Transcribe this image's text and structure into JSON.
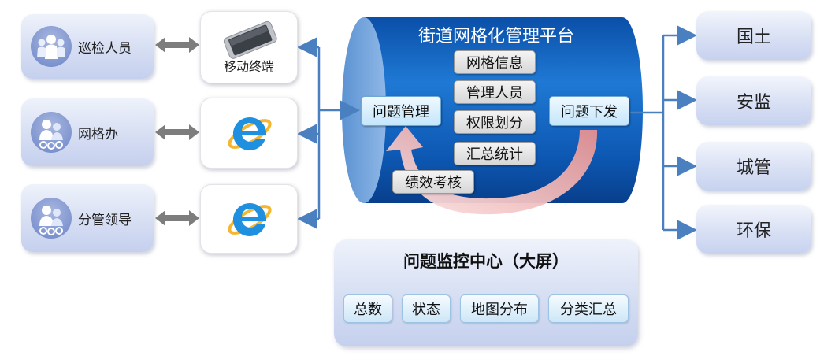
{
  "roles": [
    {
      "label": "巡检人员"
    },
    {
      "label": "网格办"
    },
    {
      "label": "分管领导"
    }
  ],
  "devices": [
    {
      "caption": "移动终端",
      "icon": "smartphone-icon"
    },
    {
      "caption": "",
      "icon": "ie-browser-icon"
    },
    {
      "caption": "",
      "icon": "ie-browser-icon"
    }
  ],
  "platform": {
    "title": "街道网格化管理平台",
    "left_module": "问题管理",
    "right_module": "问题下发",
    "modules": [
      "网格信息",
      "管理人员",
      "权限划分",
      "汇总统计"
    ],
    "feedback_module": "绩效考核"
  },
  "destinations": [
    {
      "label": "国土"
    },
    {
      "label": "安监"
    },
    {
      "label": "城管"
    },
    {
      "label": "环保"
    }
  ],
  "monitor": {
    "title": "问题监控中心（大屏）",
    "items": [
      "总数",
      "状态",
      "地图分布",
      "分类汇总"
    ]
  },
  "colors": {
    "cylinder_dark": "#0a4fa8",
    "cylinder_light": "#1f79d4",
    "connector": "#4a7fc0",
    "double_arrow": "#7a7a7a",
    "feedback_arrow": "#e9a0a0"
  }
}
